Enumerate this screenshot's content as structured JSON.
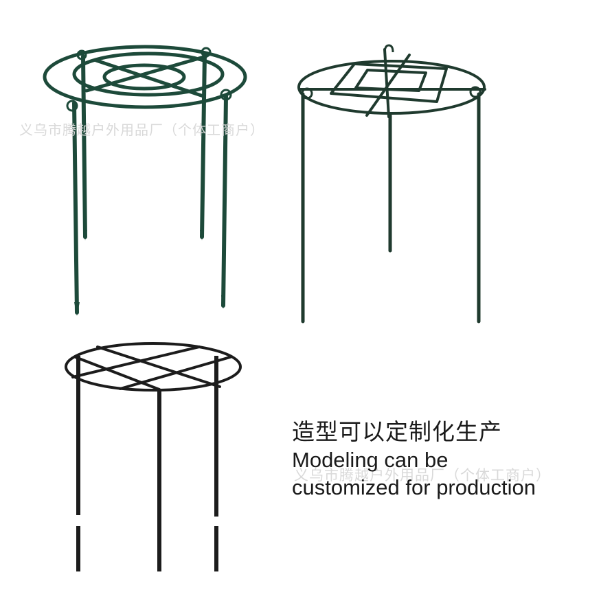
{
  "watermark": {
    "text_top": "义乌市腾越户外用品厂（个体工商户）",
    "text_bottom": "义乌市腾越户外用品厂（个体工商户）"
  },
  "caption": {
    "chinese": "造型可以定制化生产",
    "english_line1": "Modeling can be",
    "english_line2": "customized for production"
  },
  "products": [
    {
      "name": "round-ring-support",
      "color": "#1d4a3a"
    },
    {
      "name": "square-grid-support",
      "color": "#1f3a2e"
    },
    {
      "name": "cross-grid-support",
      "color": "#1c1c1c"
    }
  ]
}
